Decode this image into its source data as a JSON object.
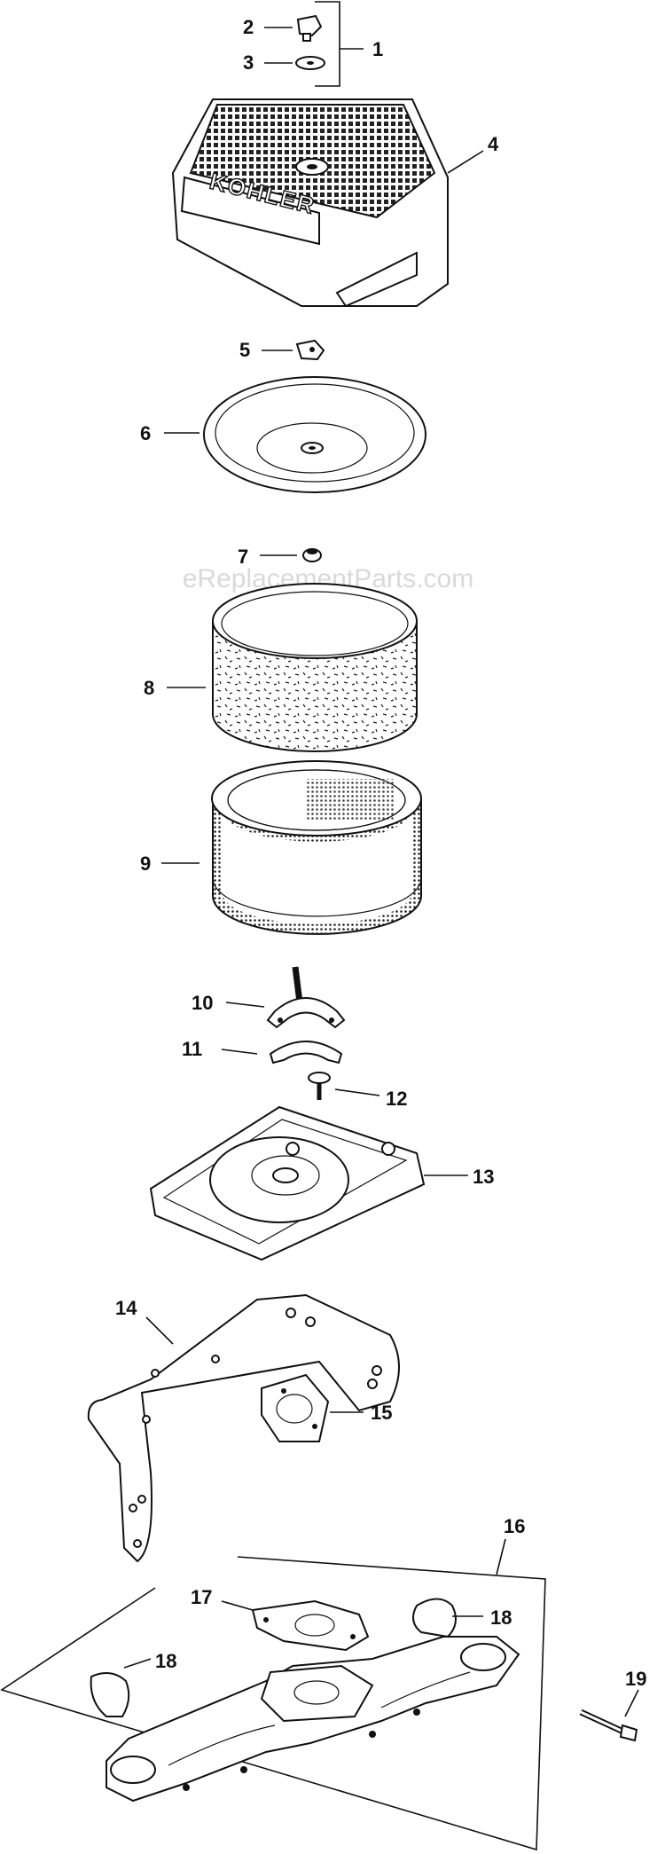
{
  "watermark": "eReplacementParts.com",
  "brand_text": "KOHLER",
  "callouts": [
    "1",
    "2",
    "3",
    "4",
    "5",
    "6",
    "7",
    "8",
    "9",
    "10",
    "11",
    "12",
    "13",
    "14",
    "15",
    "16",
    "17",
    "18",
    "18",
    "19"
  ]
}
